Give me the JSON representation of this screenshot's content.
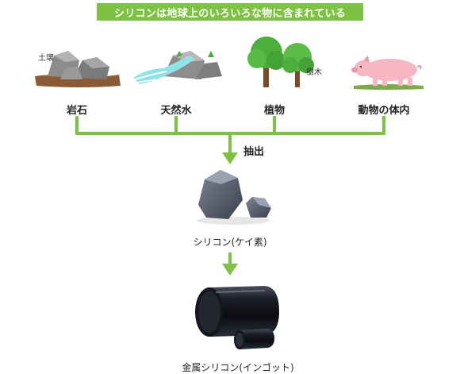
{
  "header": {
    "title": "シリコンは地球上のいろいろな物に含まれている"
  },
  "sources": {
    "rock": {
      "label": "岩石",
      "note": "土壌"
    },
    "water": {
      "label": "天然水"
    },
    "plant": {
      "label": "植物",
      "note": "樹木"
    },
    "animal": {
      "label": "動物の体内"
    }
  },
  "process": {
    "extract_label": "抽出"
  },
  "products": {
    "silicon": {
      "label": "シリコン(ケイ素)"
    },
    "ingot": {
      "label": "金属シリコン(インゴット)"
    }
  },
  "colors": {
    "accent": "#7dc242",
    "banner_text": "#ffffff"
  }
}
